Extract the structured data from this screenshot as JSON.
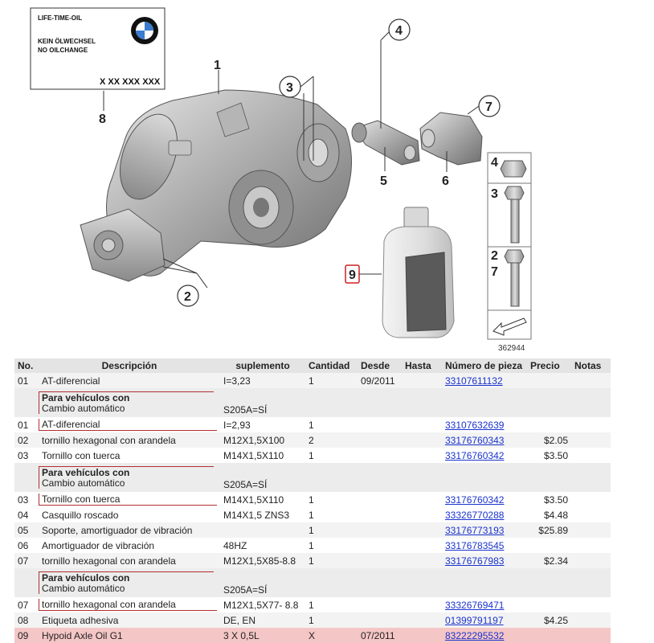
{
  "label_box": {
    "line1": "LIFE-TIME-OIL",
    "line2": "KEIN ÖLWECHSEL",
    "line3": "NO OILCHANGE",
    "code": "X XX XXX XXX",
    "logo": "bmw-logo"
  },
  "callouts": {
    "c1": "1",
    "c2": "2",
    "c3": "3",
    "c4": "4",
    "c5": "5",
    "c6": "6",
    "c7": "7",
    "c8": "8",
    "c9": "9"
  },
  "side_panel": {
    "p4": "4",
    "p3": "3",
    "p2": "2",
    "p7": "7"
  },
  "diagram_id": "362944",
  "table": {
    "headers": {
      "no": "No.",
      "desc": "Descripción",
      "supl": "suplemento",
      "qty": "Cantidad",
      "from": "Desde",
      "to": "Hasta",
      "part": "Número de pieza",
      "price": "Precio",
      "notes": "Notas"
    },
    "rows": [
      {
        "no": "01",
        "desc": "AT-diferencial",
        "supl": "I=3,23",
        "qty": "1",
        "from": "09/2011",
        "to": "",
        "part": "33107611132",
        "price": "",
        "notes": ""
      },
      {
        "cond": true,
        "title": "Para vehículos con",
        "sub": "Cambio automático",
        "supl": "S205A=SÍ"
      },
      {
        "no": "01",
        "desc": "AT-diferencial",
        "supl": "I=2,93",
        "qty": "1",
        "from": "",
        "to": "",
        "part": "33107632639",
        "price": "",
        "notes": "",
        "under": true
      },
      {
        "no": "02",
        "desc": "tornillo hexagonal con arandela",
        "supl": "M12X1,5X100",
        "qty": "2",
        "from": "",
        "to": "",
        "part": "33176760343",
        "price": "$2.05",
        "notes": ""
      },
      {
        "no": "03",
        "desc": "Tornillo con tuerca",
        "supl": "M14X1,5X110",
        "qty": "1",
        "from": "",
        "to": "",
        "part": "33176760342",
        "price": "$3.50",
        "notes": ""
      },
      {
        "cond": true,
        "title": "Para vehículos con",
        "sub": "Cambio automático",
        "supl": "S205A=SÍ"
      },
      {
        "no": "03",
        "desc": "Tornillo con tuerca",
        "supl": "M14X1,5X110",
        "qty": "1",
        "from": "",
        "to": "",
        "part": "33176760342",
        "price": "$3.50",
        "notes": "",
        "under": true
      },
      {
        "no": "04",
        "desc": "Casquillo roscado",
        "supl": "M14X1,5 ZNS3",
        "qty": "1",
        "from": "",
        "to": "",
        "part": "33326770288",
        "price": "$4.48",
        "notes": ""
      },
      {
        "no": "05",
        "desc": "Soporte, amortiguador de vibración",
        "supl": "",
        "qty": "1",
        "from": "",
        "to": "",
        "part": "33176773193",
        "price": "$25.89",
        "notes": ""
      },
      {
        "no": "06",
        "desc": "Amortiguador de vibración",
        "supl": "48HZ",
        "qty": "1",
        "from": "",
        "to": "",
        "part": "33176783545",
        "price": "",
        "notes": ""
      },
      {
        "no": "07",
        "desc": "tornillo hexagonal con arandela",
        "supl": "M12X1,5X85-8.8",
        "qty": "1",
        "from": "",
        "to": "",
        "part": "33176767983",
        "price": "$2.34",
        "notes": ""
      },
      {
        "cond": true,
        "title": "Para vehículos con",
        "sub": "Cambio automático",
        "supl": "S205A=SÍ"
      },
      {
        "no": "07",
        "desc": "tornillo hexagonal con arandela",
        "supl": "M12X1,5X77- 8.8",
        "qty": "1",
        "from": "",
        "to": "",
        "part": "33326769471",
        "price": "",
        "notes": "",
        "under": true
      },
      {
        "no": "08",
        "desc": "Etiqueta adhesiva",
        "supl": "DE, EN",
        "qty": "1",
        "from": "",
        "to": "",
        "part": "01399791197",
        "price": "$4.25",
        "notes": ""
      },
      {
        "no": "09",
        "desc": "Hypoid Axle Oil G1",
        "supl": "3 X 0,5L",
        "qty": "X",
        "from": "07/2011",
        "to": "",
        "part": "83222295532",
        "price": "",
        "notes": "",
        "highlight": true
      }
    ]
  }
}
